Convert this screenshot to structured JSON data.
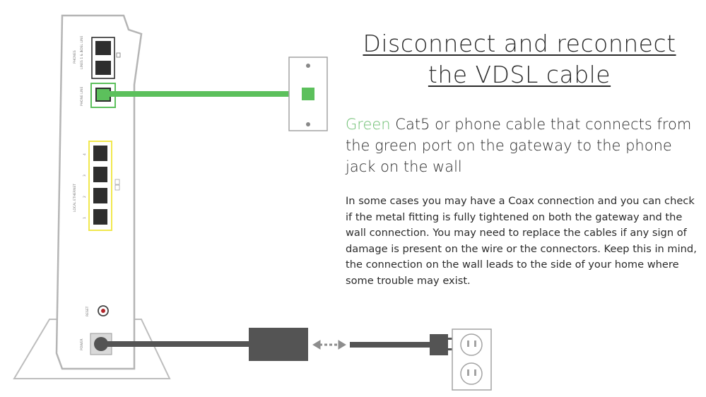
{
  "title": {
    "line1": "Disconnect and reconnect",
    "line2": "the VDSL cable"
  },
  "subtitle": {
    "highlight": "Green",
    "rest": " Cat5 or phone cable that connects from the green port on the gateway to the phone jack on the wall"
  },
  "body": "In some cases you may have a Coax connection and you can check if the metal fitting is fully tightened on both the gateway and the wall connection. You may need to replace the cables if any sign of damage is present on the wire or the connectors. Keep this in mind, the connection on the wall leads to the side of your home where some trouble may exist.",
  "device_labels": {
    "phones": "PHONES",
    "line12": "LINES 1 & 2",
    "adsl_line": "ADSL LINE",
    "phone_line": "PHONE LINE",
    "local_ethernet": "LOCAL ETHERNET",
    "port4": "4",
    "port3": "3",
    "port2": "2",
    "port1": "1",
    "reset": "RESET",
    "power": "POWER"
  },
  "colors": {
    "green": "#5cc05c",
    "yellow": "#f1e84e",
    "gateway_outline": "#b8b8b8",
    "cable_dark": "#545454"
  }
}
